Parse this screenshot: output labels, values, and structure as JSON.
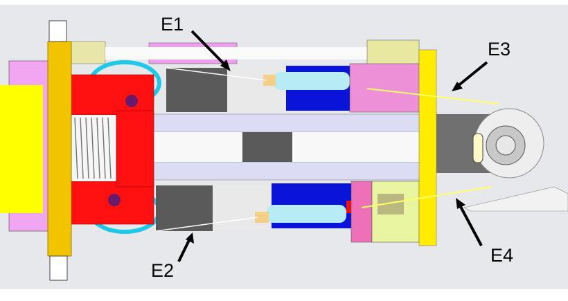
{
  "labels": {
    "e1": "E1",
    "e2": "E2",
    "e3": "E3",
    "e4": "E4"
  },
  "colors": {
    "background": "#e7e8ec",
    "yellow": "#ffff00",
    "flange": "#f2c400",
    "red": "#ff1010",
    "pink": "#f2a6f2",
    "blue": "#0a14d8",
    "dark_grey": "#5a5a5a",
    "cable": "#ffff66"
  }
}
